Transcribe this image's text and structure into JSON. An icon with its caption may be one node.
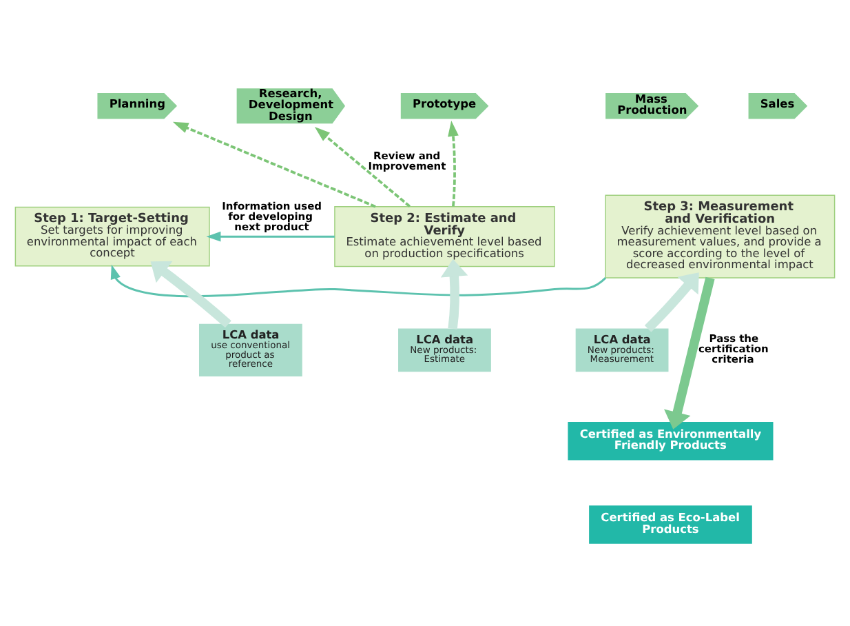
{
  "diagram": {
    "nodes": [
      {
        "text": [
          "Planning"
        ]
      },
      {
        "text": [
          "Research, Development Design"
        ]
      },
      {
        "text": [
          "Prototype"
        ]
      },
      {
        "text": [
          "Mass Production"
        ]
      },
      {
        "text": [
          "Sales"
        ]
      },
      {
        "text": [
          "Step 1: Target-Setting",
          "Set targets for improving environmental impact of each concept"
        ]
      },
      {
        "text": [
          "Step 2: Estimate and Verify",
          "Estimate achievement level based on production specifications"
        ]
      },
      {
        "text": [
          "Step 3: Measurement and Verification",
          "Verify achievement level based on measurement values, and provide a score according to the level of decreased environmental impact"
        ]
      },
      {
        "text": [
          "LCA data",
          "use conventional product as reference"
        ]
      },
      {
        "text": [
          "LCA data",
          "New products: Estimate"
        ]
      },
      {
        "text": [
          "LCA data",
          "New products: Measurement"
        ]
      },
      {
        "text": [
          "Certified as Environmentally Friendly Products"
        ]
      },
      {
        "text": [
          "Certified as Eco-Label Products"
        ]
      }
    ],
    "edges": [
      {
        "from": 6,
        "to": 0,
        "arrow": "to",
        "style": "dashed",
        "color": "#7cc576"
      },
      {
        "from": 6,
        "to": 1,
        "arrow": "to",
        "style": "dashed",
        "color": "#7cc576",
        "label": "Review and Improvement"
      },
      {
        "from": 6,
        "to": 2,
        "arrow": "to",
        "style": "dashed",
        "color": "#7cc576"
      },
      {
        "from": 8,
        "to": 5,
        "arrow": "to",
        "style": "thick",
        "color": "#c8e6dc"
      },
      {
        "from": 9,
        "to": 6,
        "arrow": "to",
        "style": "thick",
        "color": "#c8e6dc"
      },
      {
        "from": 10,
        "to": 7,
        "arrow": "to",
        "style": "thick",
        "color": "#c8e6dc"
      },
      {
        "from": 6,
        "to": 5,
        "arrow": "to",
        "label": "Information used for developing next product"
      },
      {
        "from": 7,
        "to": 5,
        "arrow": "to"
      },
      {
        "from": 7,
        "to": 11,
        "arrow": "to",
        "style": "thick",
        "color": "#7cc98f",
        "label": "Pass the certification criteria"
      }
    ]
  }
}
